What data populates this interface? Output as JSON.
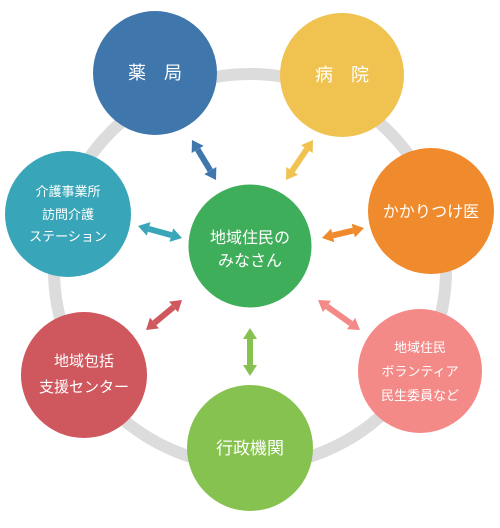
{
  "center": {
    "lines": [
      "地域住民の",
      "みなさん"
    ],
    "color": "#3fae5a"
  },
  "nodes": [
    {
      "id": "pharmacy",
      "lines": [
        "薬　局"
      ],
      "color": "#3f77ad"
    },
    {
      "id": "hospital",
      "lines": [
        "病　院"
      ],
      "color": "#f0c24f"
    },
    {
      "id": "family-doctor",
      "lines": [
        "かかりつけ医"
      ],
      "color": "#ef8a2d"
    },
    {
      "id": "local-residents",
      "lines": [
        "地域住民",
        "ボランティア",
        "民生委員など"
      ],
      "color": "#f48a87"
    },
    {
      "id": "administration",
      "lines": [
        "行政機関"
      ],
      "color": "#86c24f"
    },
    {
      "id": "comprehensive-support-center",
      "lines": [
        "地域包括",
        "支援センター"
      ],
      "color": "#cf575e"
    },
    {
      "id": "care-offices",
      "lines": [
        "介護事業所",
        "訪問介護",
        "ステーション"
      ],
      "color": "#38a6b8"
    }
  ],
  "ring_color": "#dcdcdc"
}
